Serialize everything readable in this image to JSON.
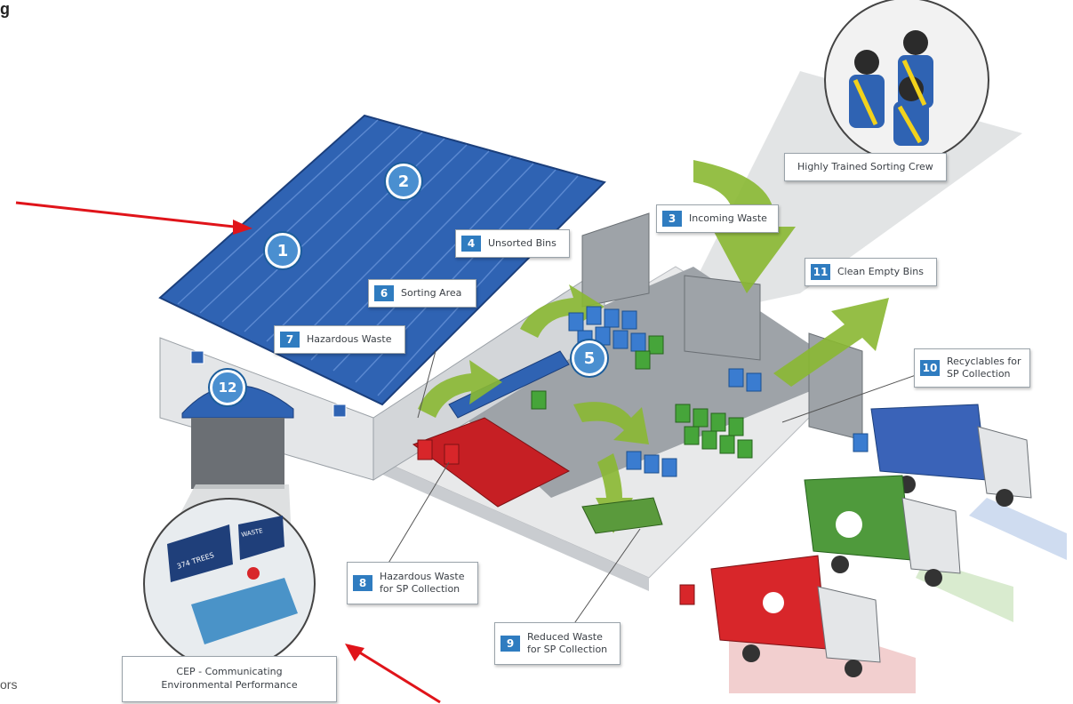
{
  "corner_fragment": "g",
  "edge_fragment": "ors",
  "crew_label": "Highly Trained Sorting Crew",
  "cep_label": "CEP - Communicating\nEnvironmental Performance",
  "roof_markers": [
    "1",
    "2"
  ],
  "marker_5": "5",
  "marker_12": "12",
  "labels": [
    {
      "num": "3",
      "text": "Incoming Waste"
    },
    {
      "num": "4",
      "text": "Unsorted Bins"
    },
    {
      "num": "6",
      "text": "Sorting Area"
    },
    {
      "num": "7",
      "text": "Hazardous Waste"
    },
    {
      "num": "8",
      "text": "Hazardous Waste\nfor SP Collection"
    },
    {
      "num": "9",
      "text": "Reduced Waste\nfor SP Collection"
    },
    {
      "num": "10",
      "text": "Recyclables for\nSP Collection"
    },
    {
      "num": "11",
      "text": "Clean Empty Bins"
    }
  ],
  "screen_text": [
    "374 TREES",
    "WASTE"
  ],
  "colors": {
    "roof": "#2f63b3",
    "label_number": "#2f7cc0",
    "arrow": "#e0141a",
    "green_arrow": "#8ab832",
    "truck_blue": "#3a63b8",
    "truck_green": "#4f9a3c",
    "truck_red": "#d8262a"
  }
}
